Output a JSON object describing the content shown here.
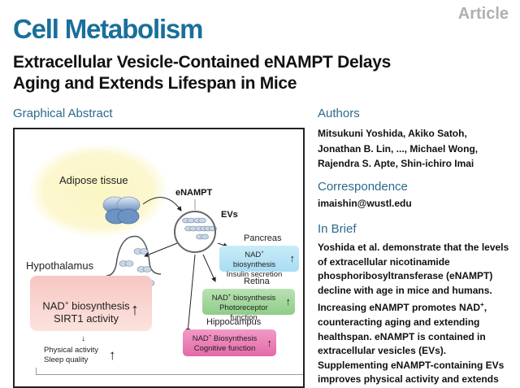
{
  "header": {
    "article_type": "Article",
    "journal": "Cell Metabolism",
    "title_line1": "Extracellular Vesicle-Contained eNAMPT Delays",
    "title_line2": "Aging and Extends Lifespan in Mice"
  },
  "graphical_abstract": {
    "heading": "Graphical Abstract",
    "adipose_label": "Adipose tissue",
    "enampt_label": "eNAMPT",
    "evs_label": "EVs",
    "hypothalamus": {
      "label": "Hypothalamus",
      "line1_pre": "NAD",
      "line1_sup": "+",
      "line1_post": " biosynthesis",
      "line2": "SIRT1 activity",
      "arrow": "↑",
      "outcome1": "Physical activity",
      "outcome2": "Sleep quality",
      "outcome_arrow": "↑",
      "down_arrow": "↓"
    },
    "pancreas": {
      "label": "Pancreas",
      "line1_pre": "NAD",
      "line1_sup": "+",
      "line1_post": " biosynthesis",
      "line2": "Insulin secretion",
      "arrow": "↑",
      "color": "#b5e3f6"
    },
    "retina": {
      "label": "Retina",
      "line1_pre": "NAD",
      "line1_sup": "+",
      "line1_post": " biosynthesis",
      "line2": "Photoreceptor function",
      "arrow": "↑",
      "color": "#9fd59a"
    },
    "hippocampus": {
      "label": "Hippocampus",
      "line1_pre": "NAD",
      "line1_sup": "+",
      "line1_post": " Biosynthesis",
      "line2": "Cognitive function",
      "arrow": "↑",
      "color": "#ea7fb5"
    }
  },
  "authors": {
    "heading": "Authors",
    "line1": "Mitsukuni Yoshida, Akiko Satoh,",
    "line2": "Jonathan B. Lin, ..., Michael Wong,",
    "line3": "Rajendra S. Apte, Shin-ichiro Imai"
  },
  "correspondence": {
    "heading": "Correspondence",
    "email": "imaishin@wustl.edu"
  },
  "in_brief": {
    "heading": "In Brief",
    "lines": [
      "Yoshida et al. demonstrate that the levels",
      "of extracellular nicotinamide",
      "phosphoribosyltransferase (eNAMPT)",
      "decline with age in mice and humans.",
      "Increasing eNAMPT promotes NAD",
      "counteracting aging and extending",
      "healthspan. eNAMPT is contained in",
      "extracellular vesicles (EVs).",
      "Supplementing eNAMPT-containing EVs",
      "improves physical activity and extends"
    ],
    "line5_sup": "+",
    "line5_post": ","
  },
  "colors": {
    "journal_blue": "#1a6f9a",
    "section_blue": "#2a6a8e",
    "article_gray": "#b0b0b0"
  }
}
